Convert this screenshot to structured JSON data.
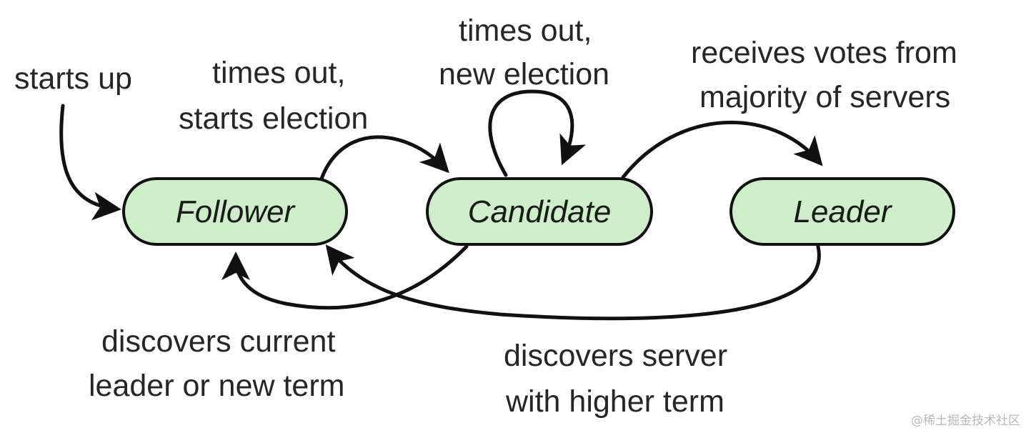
{
  "states": {
    "follower": "Follower",
    "candidate": "Candidate",
    "leader": "Leader"
  },
  "transitions": {
    "start": [
      "starts up"
    ],
    "follower_to_candidate": [
      "times out,",
      "starts election"
    ],
    "candidate_self": [
      "times out,",
      "new election"
    ],
    "candidate_to_leader": [
      "receives votes from",
      "majority of servers"
    ],
    "candidate_to_follower": [
      "discovers current",
      "leader or new term"
    ],
    "leader_to_follower": [
      "discovers server",
      "with higher term"
    ]
  },
  "watermark": "@稀土掘金技术社区",
  "colors": {
    "state_fill": "#cdeec8",
    "stroke": "#111111",
    "text": "#262626"
  }
}
